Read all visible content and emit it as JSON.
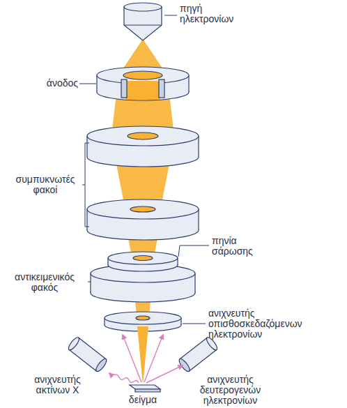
{
  "diagram": {
    "labels": [
      "πηγή ηλεκτρονίων",
      "άνοδος",
      "συμπυκνωτές φακοί",
      "πηνία σάρωσης",
      "αντικειμενικός φακός",
      "ανιχνευτής οπισθοσκεδαζόμενων ηλεκτρονίων",
      "ανιχνευτής ακτίνων X",
      "ανιχνευτής δευτερογενών ηλεκτρονίων",
      "δείγμα"
    ]
  }
}
